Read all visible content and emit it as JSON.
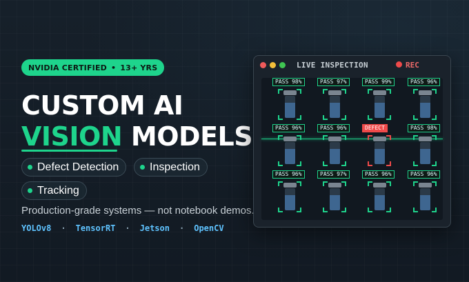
{
  "badge": {
    "left": "NVIDIA CERTIFIED",
    "dot": "•",
    "right": "13+ YRS"
  },
  "headline": {
    "line1": "CUSTOM AI",
    "highlight": "VISION",
    "rest": "MODELS"
  },
  "chips": [
    "Defect Detection",
    "Inspection",
    "Tracking"
  ],
  "tagline": "Production-grade systems — not notebook demos.",
  "tech": [
    "YOLOv8",
    "TensorRT",
    "Jetson",
    "OpenCV"
  ],
  "tech_sep": "·",
  "window": {
    "title": "LIVE INSPECTION",
    "rec": "REC"
  },
  "colors": {
    "accent": "#1ed48c",
    "defect": "#ef4a4a",
    "tech": "#5fc3ff"
  },
  "grid": [
    [
      "PASS 98%",
      "PASS 97%",
      "PASS 99%",
      "PASS 96%"
    ],
    [
      "PASS 96%",
      "PASS 96%",
      "DEFECT",
      "PASS 98%"
    ],
    [
      "PASS 96%",
      "PASS 97%",
      "PASS 96%",
      "PASS 96%"
    ]
  ]
}
